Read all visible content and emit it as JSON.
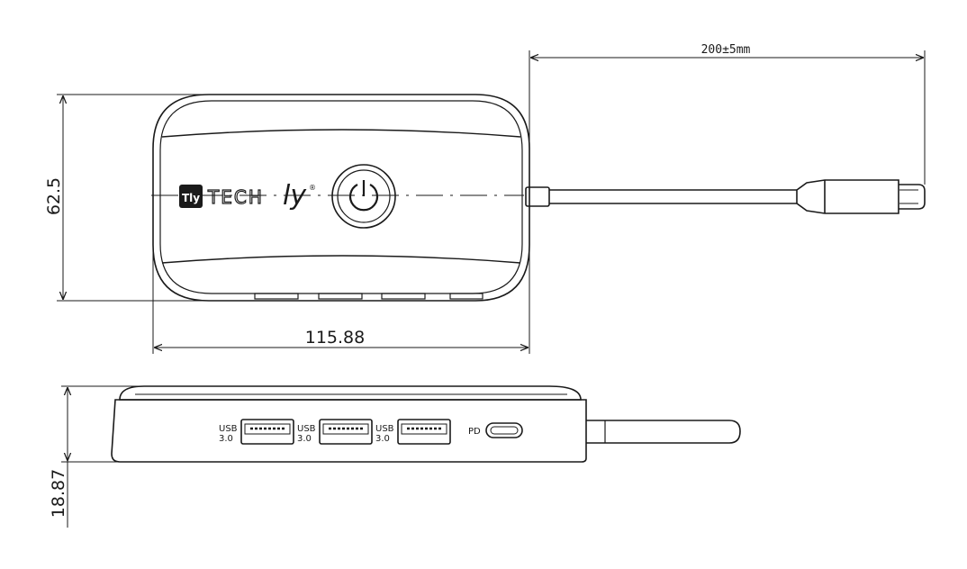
{
  "dimensions": {
    "height_top_view": "62.5",
    "width": "115.88",
    "cable_length": "200±5mm",
    "height_side_view": "18.87"
  },
  "brand": {
    "logo_mark": "Tly",
    "name_block": "TECH",
    "name_script": "ly",
    "registered": "®"
  },
  "ports": [
    {
      "label_line1": "USB",
      "label_line2": "3.0"
    },
    {
      "label_line1": "USB",
      "label_line2": "3.0"
    },
    {
      "label_line1": "USB",
      "label_line2": "3.0"
    }
  ],
  "pd_port": {
    "label": "PD"
  },
  "colors": {
    "line": "#1a1a1a",
    "background": "#ffffff"
  }
}
